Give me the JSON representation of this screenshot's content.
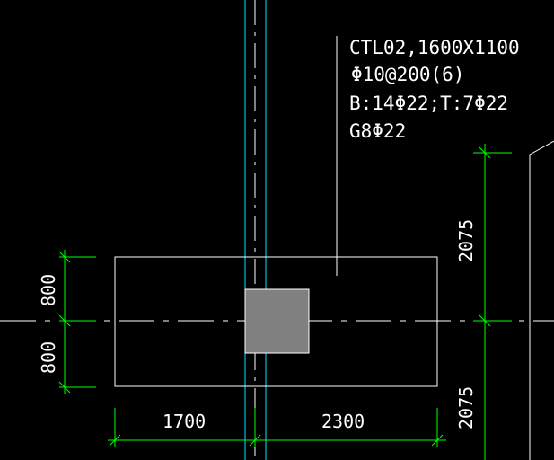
{
  "beam_annotation": {
    "line1": "CTL02,1600X1100",
    "line2": "Φ10@200(6)",
    "line3": "B:14Φ22;T:7Φ22",
    "line4": "G8Φ22"
  },
  "dimensions": {
    "left_upper": "800",
    "left_lower": "800",
    "bottom_left": "1700",
    "bottom_right": "2300",
    "right_upper": "2075",
    "right_lower": "2075"
  },
  "colors": {
    "background": "#000000",
    "outline": "#ffffff",
    "dimension": "#00ff00",
    "axis": "#00e5ff",
    "column": "#808080",
    "centerline": "#ffffff"
  }
}
